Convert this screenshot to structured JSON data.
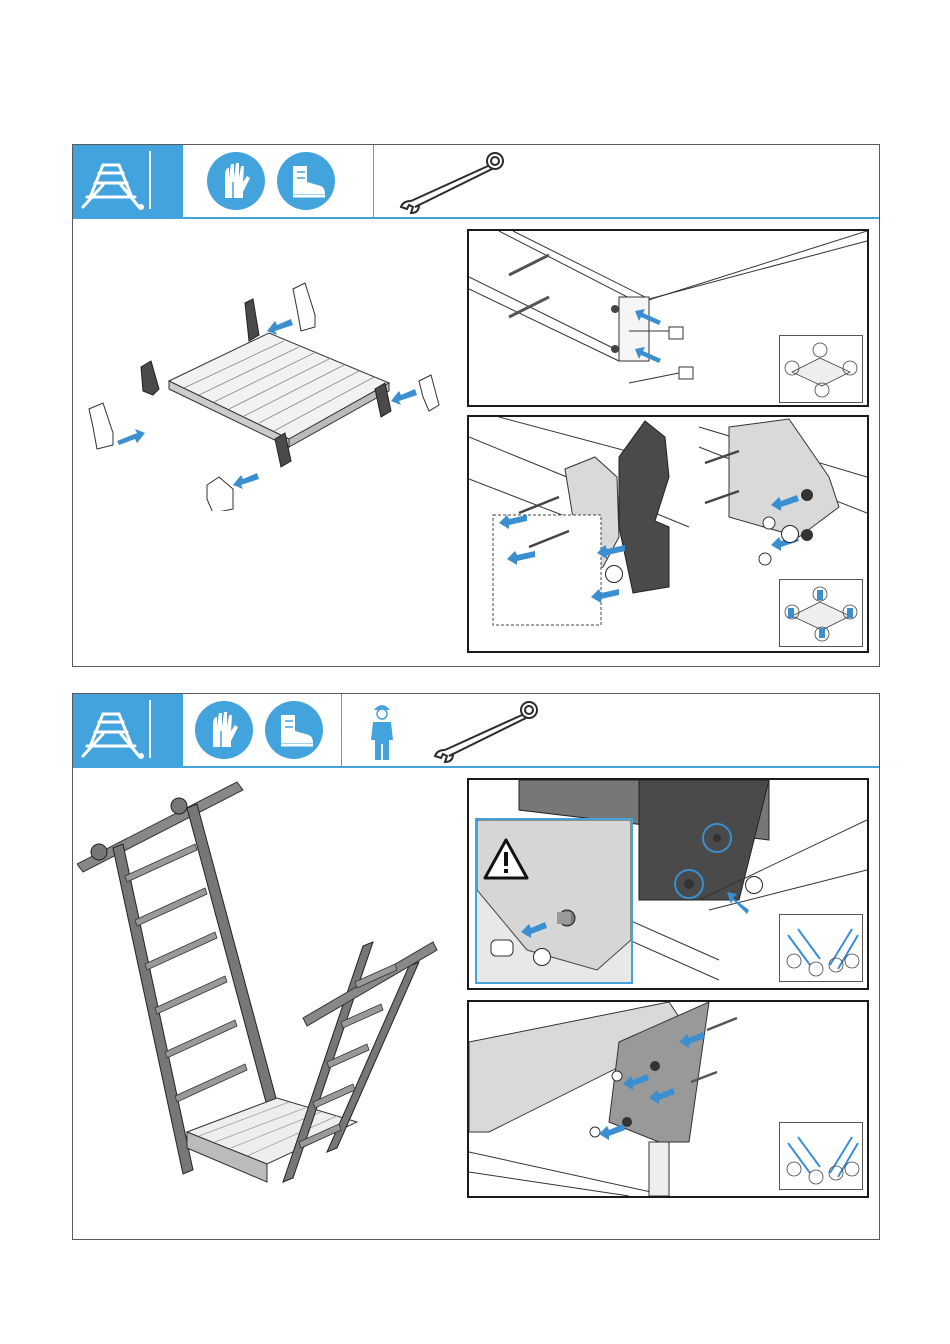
{
  "panels": [
    {
      "id": "step-1",
      "icons": [
        "ladder-assembly-icon",
        "gloves-icon",
        "safety-boot-icon",
        "wrench-icon"
      ],
      "details": [
        "platform-bracket-bolting-detail",
        "bracket-attachment-detail",
        "nut-tightening-detail"
      ]
    },
    {
      "id": "step-2",
      "icons": [
        "ladder-assembly-icon",
        "gloves-icon",
        "safety-boot-icon",
        "worker-icon",
        "wrench-icon"
      ],
      "details": [
        "ladder-hook-pin-detail",
        "ladder-bolting-detail"
      ],
      "warning": "warning-triangle-icon"
    }
  ],
  "colors": {
    "accent": "#43a3dc",
    "arrow": "#3b8fd1",
    "dark_part": "#4a4a4a",
    "light_part": "#d9d9d9",
    "frame": "#1a1a1a"
  }
}
